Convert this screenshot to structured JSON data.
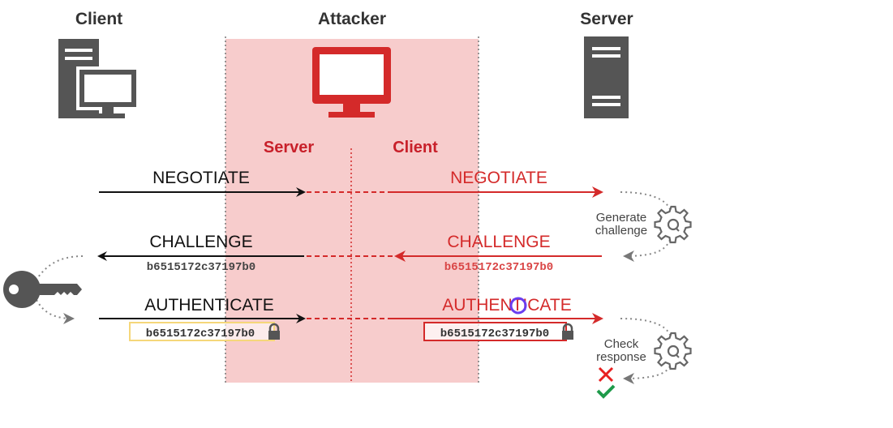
{
  "headers": {
    "client": "Client",
    "attacker": "Attacker",
    "server": "Server"
  },
  "attacker_roles": {
    "left": "Server",
    "right": "Client"
  },
  "messages": {
    "negotiate": "NEGOTIATE",
    "challenge": "CHALLENGE",
    "authenticate": "AUTHENTICATE"
  },
  "challenge_value": "b6515172c37197b0",
  "server_notes": {
    "generate": [
      "Generate",
      "challenge"
    ],
    "check": [
      "Check",
      "response"
    ]
  },
  "colors": {
    "attacker_zone": "#f7cccc",
    "attacker_red": "#d42a2a",
    "icon_gray": "#555555",
    "legit_box": "#f5d77a",
    "success": "#1e9a4a",
    "fail": "#e82020"
  },
  "icons": [
    "desktop-computer-icon",
    "monitor-icon",
    "server-tower-icon",
    "key-icon",
    "lock-icon",
    "gear-icon",
    "cross-icon",
    "check-icon"
  ]
}
